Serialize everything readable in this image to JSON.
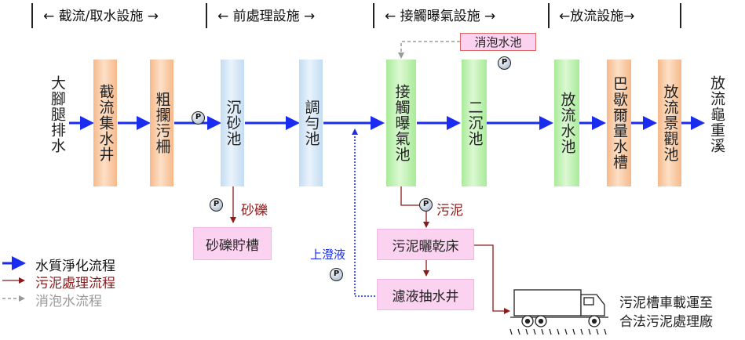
{
  "header": {
    "sections": [
      {
        "label": "← 截流/取水設施 →"
      },
      {
        "label": "← 前處理設施 →"
      },
      {
        "label": "← 接觸曝氣設施 →"
      },
      {
        "label": "←放流設施→"
      }
    ]
  },
  "source": {
    "label": "大腳腿排水"
  },
  "destination": {
    "label": "放流龜重溪"
  },
  "units": {
    "intercept_well": "截流集水井",
    "bar_screen": "粗攔污柵",
    "grit_chamber": "沉砂池",
    "equalization_tank": "調勻池",
    "aeration_tank": "接觸曝氣池",
    "secondary_clarifier": "二沉池",
    "discharge_tank": "放流水池",
    "parshall_flume": "巴歇爾量水槽",
    "landscape_pond": "放流景觀池"
  },
  "aux_units": {
    "defoam_tank": "消泡水池",
    "grit_storage": "砂礫貯槽",
    "sludge_drying_bed": "污泥曬乾床",
    "filtrate_pump_well": "濾液抽水井"
  },
  "labels": {
    "pump_symbol": "P",
    "grit": "砂礫",
    "sludge": "污泥",
    "supernatant": "上澄液",
    "truck_caption_line1": "污泥槽車載運至",
    "truck_caption_line2": "合法污泥處理廠"
  },
  "legend": [
    {
      "label": "水質淨化流程",
      "color": "#1a2cf0",
      "style": "solid-thick"
    },
    {
      "label": "污泥處理流程",
      "color": "#8b1a1a",
      "style": "solid-thin"
    },
    {
      "label": "消泡水流程",
      "color": "#9a9a9a",
      "style": "dashed"
    }
  ],
  "colors": {
    "water_flow": "#1a2cf0",
    "sludge_flow": "#8b1a1a",
    "defoam_flow": "#9a9a9a",
    "supernatant_flow": "#1a2cf0"
  }
}
